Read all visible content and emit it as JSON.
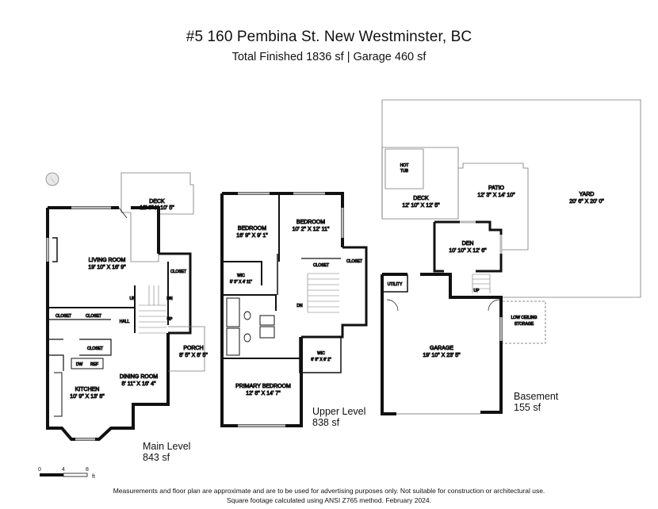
{
  "header": {
    "address": "#5 160 Pembina St. New Westminster, BC",
    "totals": "Total Finished  1836 sf  |  Garage  460 sf"
  },
  "main_level": {
    "name": "Main Level",
    "area": "843 sf",
    "rooms": {
      "deck": {
        "name": "DECK",
        "dims": "12' 9\" X 10' 5\""
      },
      "living": {
        "name": "LIVING ROOM",
        "dims": "19' 10\" X 16' 9\""
      },
      "closet_entry": "CLOSET",
      "closet_a": "CLOSET",
      "closet_b": "CLOSET",
      "closet_c": "CLOSET",
      "hall": "HALL",
      "up": "UP",
      "dn": "DN",
      "up2": "UP",
      "porch": {
        "name": "PORCH",
        "dims": "8' 5\" X 8' 5\""
      },
      "dining": {
        "name": "DINING ROOM",
        "dims": "8' 11\" X 16' 4\""
      },
      "kitchen": {
        "name": "KITCHEN",
        "dims": "10' 9\" X 13' 8\""
      },
      "dw": "DW",
      "ref": "REF"
    }
  },
  "upper_level": {
    "name": "Upper Level",
    "area": "838 sf",
    "rooms": {
      "bedroom1": {
        "name": "BEDROOM",
        "dims": "16' 9\" X 9' 1\""
      },
      "bedroom2": {
        "name": "BEDROOM",
        "dims": "10' 2\" X 12' 11\""
      },
      "closet_a": "CLOSET",
      "closet_b": "CLOSET",
      "wic1": {
        "name": "WIC",
        "dims": "5' 3\" X 4' 11\""
      },
      "dn": "DN",
      "wic2": {
        "name": "WIC",
        "dims": "6' 8\" X 6' 2\""
      },
      "primary": {
        "name": "PRIMARY BEDROOM",
        "dims": "12' 8\" X 14' 7\""
      }
    }
  },
  "basement": {
    "name": "Basement",
    "area": "155 sf",
    "rooms": {
      "hot_tub_1": "HOT",
      "hot_tub_2": "TUB",
      "deck": {
        "name": "DECK",
        "dims": "12' 10\" X 12' 5\""
      },
      "patio": {
        "name": "PATIO",
        "dims": "12' 3\" X 14' 10\""
      },
      "yard": {
        "name": "YARD",
        "dims": "20' 6\" X 20' 0\""
      },
      "den": {
        "name": "DEN",
        "dims": "10' 10\" X 12' 6\""
      },
      "utility": "UTILITY",
      "up": "UP",
      "storage_1": "LOW CEILING",
      "storage_2": "STORAGE",
      "garage": {
        "name": "GARAGE",
        "dims": "19' 10\" X 23' 5\""
      }
    }
  },
  "scale": {
    "t0": "0",
    "t1": "4",
    "t2": "8",
    "unit": "ft"
  },
  "footer": {
    "line1": "Measurements and floor plan are approximate and are to be used for advertising purposes only. Not suitable for construction or architectural use.",
    "line2": "Square footage calculated using ANSI Z765 method. February 2024."
  }
}
